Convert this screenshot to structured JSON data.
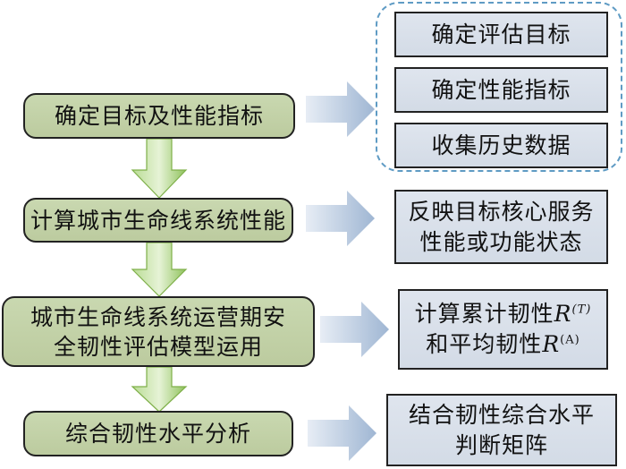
{
  "steps": [
    {
      "label": "确定目标及性能指标"
    },
    {
      "label": "计算城市生命线系统性能"
    },
    {
      "lines": [
        "城市生命线系统运营期安",
        "全韧性评估模型运用"
      ]
    },
    {
      "label": "综合韧性水平分析"
    }
  ],
  "details": {
    "group1": [
      "确定评估目标",
      "确定性能指标",
      "收集历史数据"
    ],
    "step2": [
      "反映目标核心服务",
      "性能或功能状态"
    ],
    "step3": {
      "line1_text": "计算累计韧性",
      "line1_symbol": "R",
      "line1_sup": "(T)",
      "line2_text": "和平均韧性",
      "line2_symbol": "R",
      "line2_sup": "(A)"
    },
    "step4": [
      "结合韧性综合水平",
      "判断矩阵"
    ]
  },
  "colors": {
    "step_fill": "#c2d1a6",
    "detail_fill": "#d9e0ea",
    "down_arrow": "#8dc45a",
    "right_arrow": "#a9bdd6",
    "dashed_border": "#5f9bc4"
  }
}
